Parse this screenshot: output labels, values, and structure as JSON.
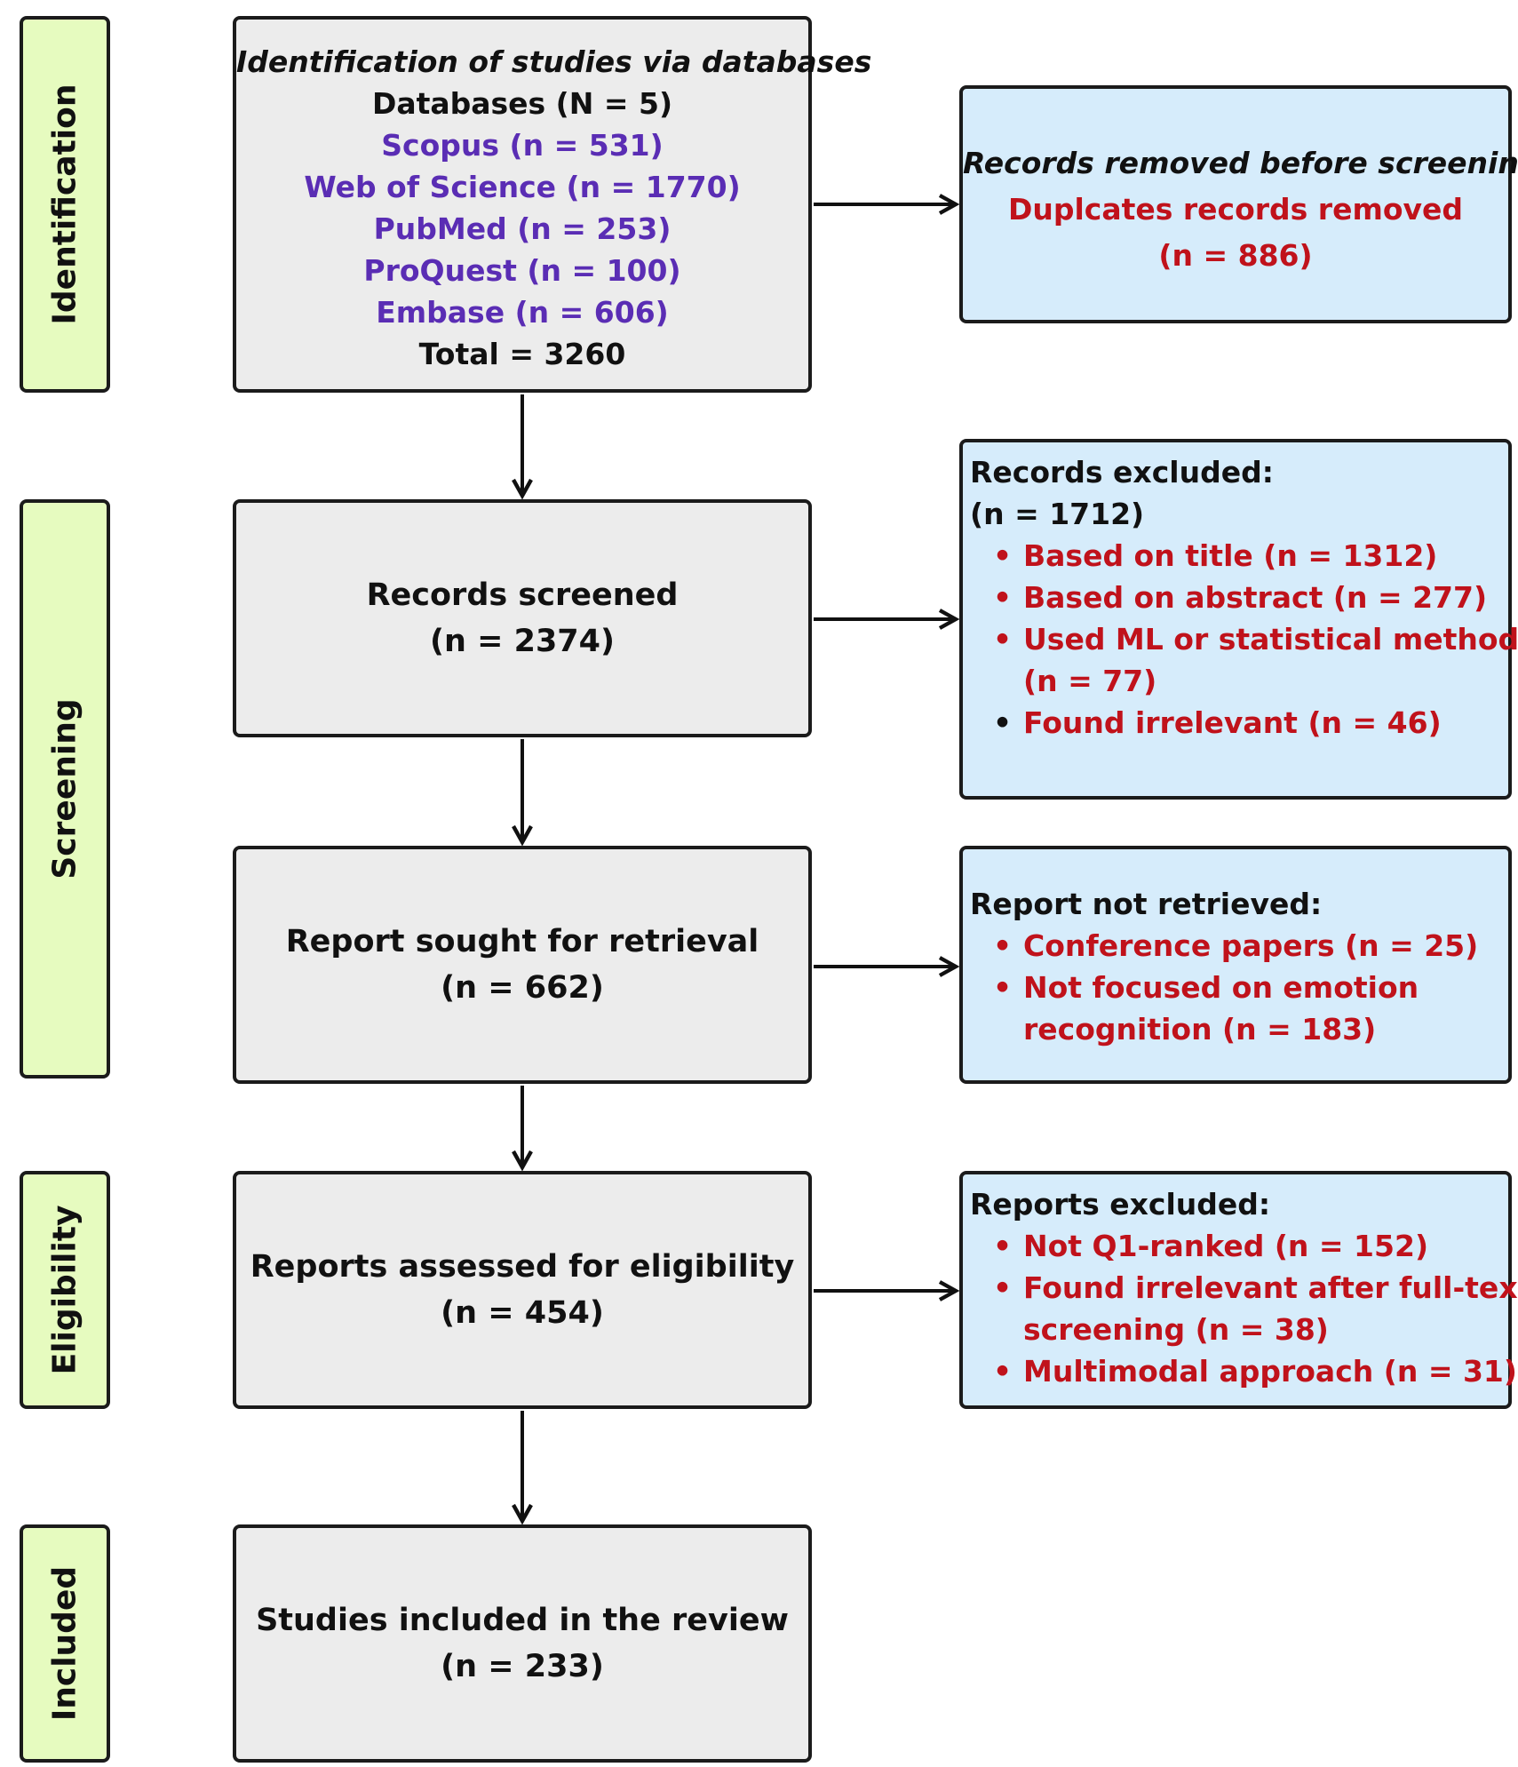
{
  "phases": {
    "identification": "Identification",
    "screening": "Screening",
    "eligibility": "Eligibility",
    "included": "Included"
  },
  "identification_box": {
    "heading": "Identification of studies via databases",
    "databases": "Databases (N = 5)",
    "sources": [
      "Scopus (n = 531)",
      "Web of Science (n = 1770)",
      "PubMed (n = 253)",
      "ProQuest (n = 100)",
      "Embase (n = 606)"
    ],
    "total": "Total =  3260"
  },
  "removed_box": {
    "heading": "Records removed before screening:",
    "line1": "Duplcates records removed",
    "line2": "(n  = 886)"
  },
  "screened_box": {
    "line1": "Records screened",
    "line2": "(n = 2374)"
  },
  "excluded_box": {
    "heading": "Records excluded:",
    "count": "(n = 1712)",
    "bullets": [
      "Based on title (n = 1312)",
      "Based on abstract (n = 277)",
      "Used ML or statistical methods",
      "Found irrelevant (n = 46)"
    ],
    "bullet3_cont": "(n  = 77)"
  },
  "sought_box": {
    "line1": "Report sought for retrieval",
    "line2": "(n = 662)"
  },
  "not_retrieved_box": {
    "heading": "Report not retrieved:",
    "bullets": [
      "Conference papers (n = 25)",
      "Not focused on emotion"
    ],
    "bullet2_cont": "recognition (n = 183)"
  },
  "assessed_box": {
    "line1": "Reports assessed for eligibility",
    "line2": "(n = 454)"
  },
  "reports_excluded_box": {
    "heading": "Reports excluded:",
    "bullets": [
      "Not Q1-ranked (n = 152)",
      "Found irrelevant after full-text",
      "Multimodal approach (n = 31)"
    ],
    "bullet2_cont": "screening (n = 38)"
  },
  "included_box": {
    "line1": "Studies included in the review",
    "line2": "(n = 233)"
  },
  "colors": {
    "phase_fill": "#e6fbbf",
    "gray_fill": "#ececec",
    "blue_fill": "#d6ecfb",
    "purple_text": "#5a2db4",
    "red_text": "#c0121b"
  }
}
